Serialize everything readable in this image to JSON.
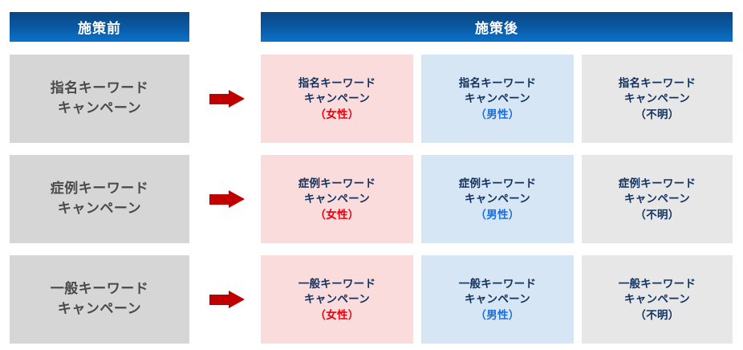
{
  "headers": {
    "before": "施策前",
    "after": "施策後"
  },
  "colors": {
    "header_gradient_top": "#0a4683",
    "header_gradient_bottom": "#0b72cb",
    "before_cell_bg": "#d6d6d6",
    "before_cell_text": "#4a4a4a",
    "female_cell_bg": "#fbdcdc",
    "male_cell_bg": "#d6e6f5",
    "unknown_cell_bg": "#e7e7e7",
    "after_cell_text": "#123360",
    "female_tag_text": "#e8000d",
    "male_tag_text": "#1c6fd8",
    "unknown_tag_text": "#123360",
    "arrow": "#c00000"
  },
  "segments": {
    "female": "（女性）",
    "male": "（男性）",
    "unknown": "（不明）"
  },
  "rows": [
    {
      "before": {
        "line1": "指名キーワード",
        "line2": "キャンペーン"
      },
      "arrow": "right-arrow-icon",
      "after": {
        "female": {
          "line1": "指名キーワード",
          "line2": "キャンペーン",
          "tag": "（女性）"
        },
        "male": {
          "line1": "指名キーワード",
          "line2": "キャンペーン",
          "tag": "（男性）"
        },
        "unknown": {
          "line1": "指名キーワード",
          "line2": "キャンペーン",
          "tag": "（不明）"
        }
      }
    },
    {
      "before": {
        "line1": "症例キーワード",
        "line2": "キャンペーン"
      },
      "arrow": "right-arrow-icon",
      "after": {
        "female": {
          "line1": "症例キーワード",
          "line2": "キャンペーン",
          "tag": "（女性）"
        },
        "male": {
          "line1": "症例キーワード",
          "line2": "キャンペーン",
          "tag": "（男性）"
        },
        "unknown": {
          "line1": "症例キーワード",
          "line2": "キャンペーン",
          "tag": "（不明）"
        }
      }
    },
    {
      "before": {
        "line1": "一般キーワード",
        "line2": "キャンペーン"
      },
      "arrow": "right-arrow-icon",
      "after": {
        "female": {
          "line1": "一般キーワード",
          "line2": "キャンペーン",
          "tag": "（女性）"
        },
        "male": {
          "line1": "一般キーワード",
          "line2": "キャンペーン",
          "tag": "（男性）"
        },
        "unknown": {
          "line1": "一般キーワード",
          "line2": "キャンペーン",
          "tag": "（不明）"
        }
      }
    }
  ]
}
